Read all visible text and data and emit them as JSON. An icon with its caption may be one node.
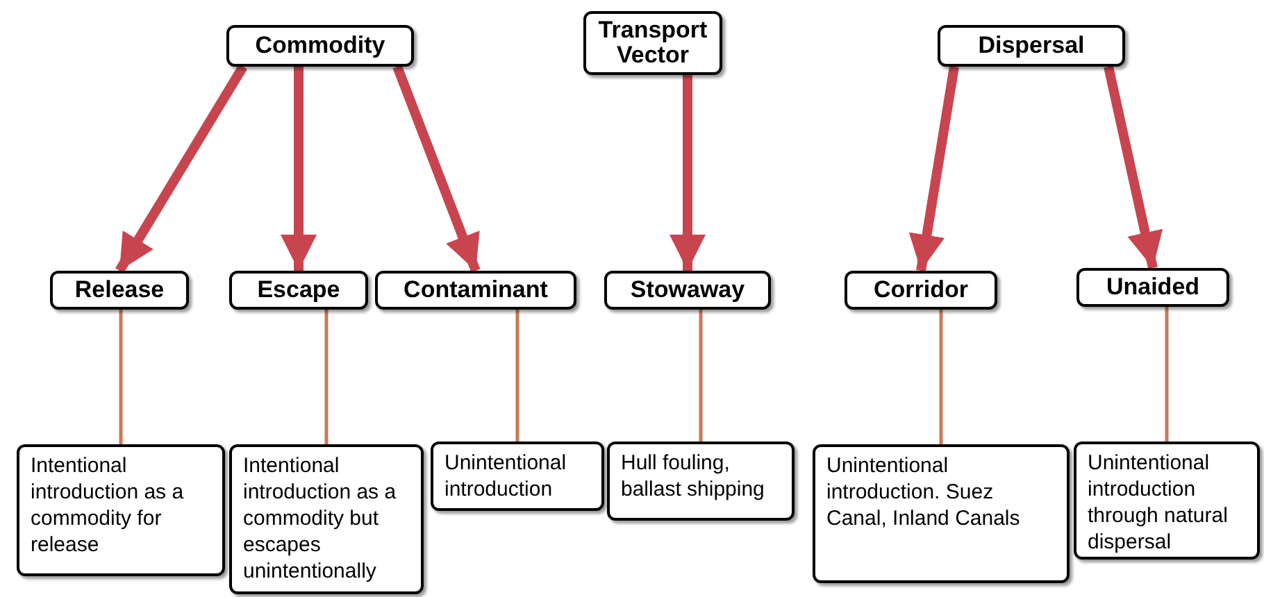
{
  "diagram": {
    "nodes": [
      {
        "text": [
          "Commodity"
        ]
      },
      {
        "text": [
          "Transport Vector"
        ]
      },
      {
        "text": [
          "Dispersal"
        ]
      },
      {
        "text": [
          "Release"
        ]
      },
      {
        "text": [
          "Escape"
        ]
      },
      {
        "text": [
          "Contaminant"
        ]
      },
      {
        "text": [
          "Stowaway"
        ]
      },
      {
        "text": [
          "Corridor"
        ]
      },
      {
        "text": [
          "Unaided"
        ]
      },
      {
        "text": [
          "Intentional introduction as a commodity for release"
        ]
      },
      {
        "text": [
          "Intentional introduction as a commodity but escapes unintentionally"
        ]
      },
      {
        "text": [
          "Unintentional introduction"
        ]
      },
      {
        "text": [
          "Hull fouling, ballast shipping"
        ]
      },
      {
        "text": [
          "Unintentional introduction. Suez Canal, Inland Canals"
        ]
      },
      {
        "text": [
          "Unintentional introduction through natural dispersal"
        ]
      }
    ],
    "edges": [
      {
        "from": 0,
        "to": 3,
        "arrow": "to",
        "style": "thick",
        "color": "#c8454f"
      },
      {
        "from": 0,
        "to": 4,
        "arrow": "to",
        "style": "thick",
        "color": "#c8454f"
      },
      {
        "from": 0,
        "to": 5,
        "arrow": "to",
        "style": "thick",
        "color": "#c8454f"
      },
      {
        "from": 1,
        "to": 6,
        "arrow": "to",
        "style": "thick",
        "color": "#c8454f"
      },
      {
        "from": 2,
        "to": 7,
        "arrow": "to",
        "style": "thick",
        "color": "#c8454f"
      },
      {
        "from": 2,
        "to": 8,
        "arrow": "to",
        "style": "thick",
        "color": "#c8454f"
      },
      {
        "from": 3,
        "to": 9,
        "arrow": "none"
      },
      {
        "from": 4,
        "to": 10,
        "arrow": "none"
      },
      {
        "from": 5,
        "to": 11,
        "arrow": "none"
      },
      {
        "from": 6,
        "to": 12,
        "arrow": "none"
      },
      {
        "from": 7,
        "to": 13,
        "arrow": "none"
      },
      {
        "from": 8,
        "to": 14,
        "arrow": "none"
      }
    ]
  }
}
